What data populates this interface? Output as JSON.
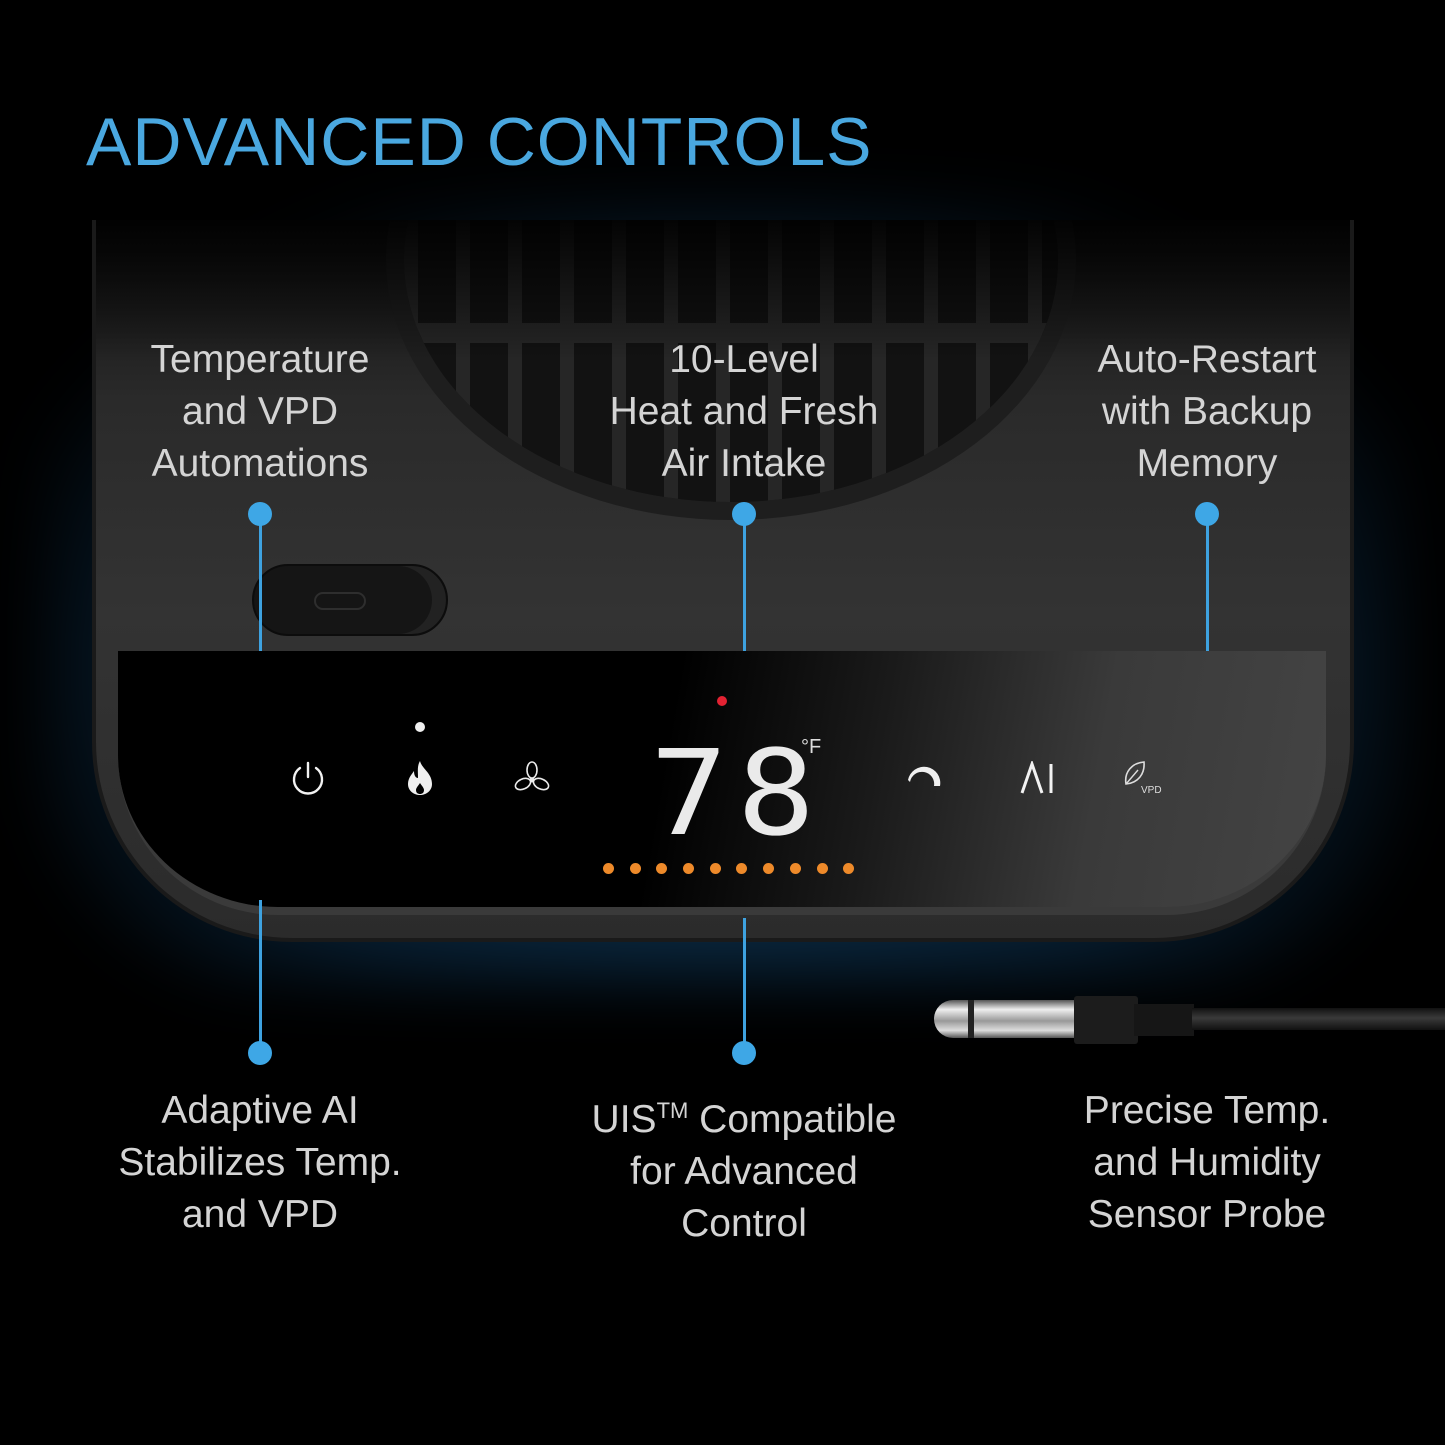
{
  "header": {
    "title": "ADVANCED CONTROLS"
  },
  "colors": {
    "accent_blue": "#4aa8e0",
    "callout_blue": "#3ea7e6",
    "level_orange": "#ee8a2a",
    "indicator_red": "#e32232",
    "label_gray": "#d4d4d4"
  },
  "callouts_top": [
    {
      "lines": [
        "Temperature",
        "and VPD",
        "Automations"
      ]
    },
    {
      "lines": [
        "10-Level",
        "Heat and Fresh",
        "Air Intake"
      ]
    },
    {
      "lines": [
        "Auto-Restart",
        "with Backup",
        "Memory"
      ]
    }
  ],
  "callouts_bottom": [
    {
      "lines": [
        "Adaptive AI",
        "Stabilizes Temp.",
        "and VPD"
      ]
    },
    {
      "prefix": "UIS",
      "superscript": "TM",
      "lines": [
        " Compatible",
        "for Advanced",
        "Control"
      ]
    },
    {
      "lines": [
        "Precise Temp.",
        "and Humidity",
        "Sensor Probe"
      ]
    }
  ],
  "panel": {
    "temperature": "78",
    "unit": "°F",
    "level_dots": 10,
    "buttons": [
      {
        "name": "power",
        "icon": "power-icon"
      },
      {
        "name": "heat",
        "icon": "flame-icon"
      },
      {
        "name": "fan",
        "icon": "fan-icon"
      },
      {
        "name": "speed",
        "icon": "arc-speed-icon"
      },
      {
        "name": "ai",
        "icon": "ai-icon",
        "label": "AI"
      },
      {
        "name": "vpd",
        "icon": "leaf-icon",
        "label": "VPD"
      }
    ]
  }
}
